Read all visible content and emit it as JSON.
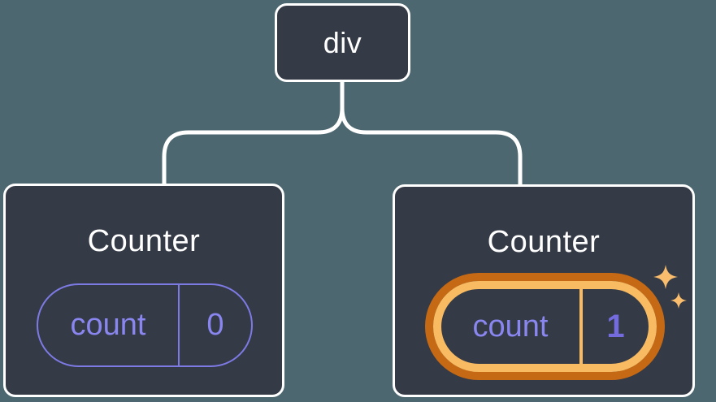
{
  "diagram": {
    "type": "component-tree",
    "background_color": "#4c6770",
    "node_fill_color": "#343a46",
    "node_border_color": "#ffffff",
    "connector_color": "#ffffff",
    "state_accent_color": "#7d7ae4",
    "state_text_color": "#8a86f0",
    "highlight_outer_color": "#c56915",
    "highlight_inner_color": "#f9bb62",
    "highlight_value_color": "#746bdf",
    "sparkle_color": "#f9bd6d",
    "root": {
      "label": "div"
    },
    "children": [
      {
        "title": "Counter",
        "state": {
          "key": "count",
          "value": "0"
        },
        "highlighted": false
      },
      {
        "title": "Counter",
        "state": {
          "key": "count",
          "value": "1"
        },
        "highlighted": true
      }
    ]
  }
}
